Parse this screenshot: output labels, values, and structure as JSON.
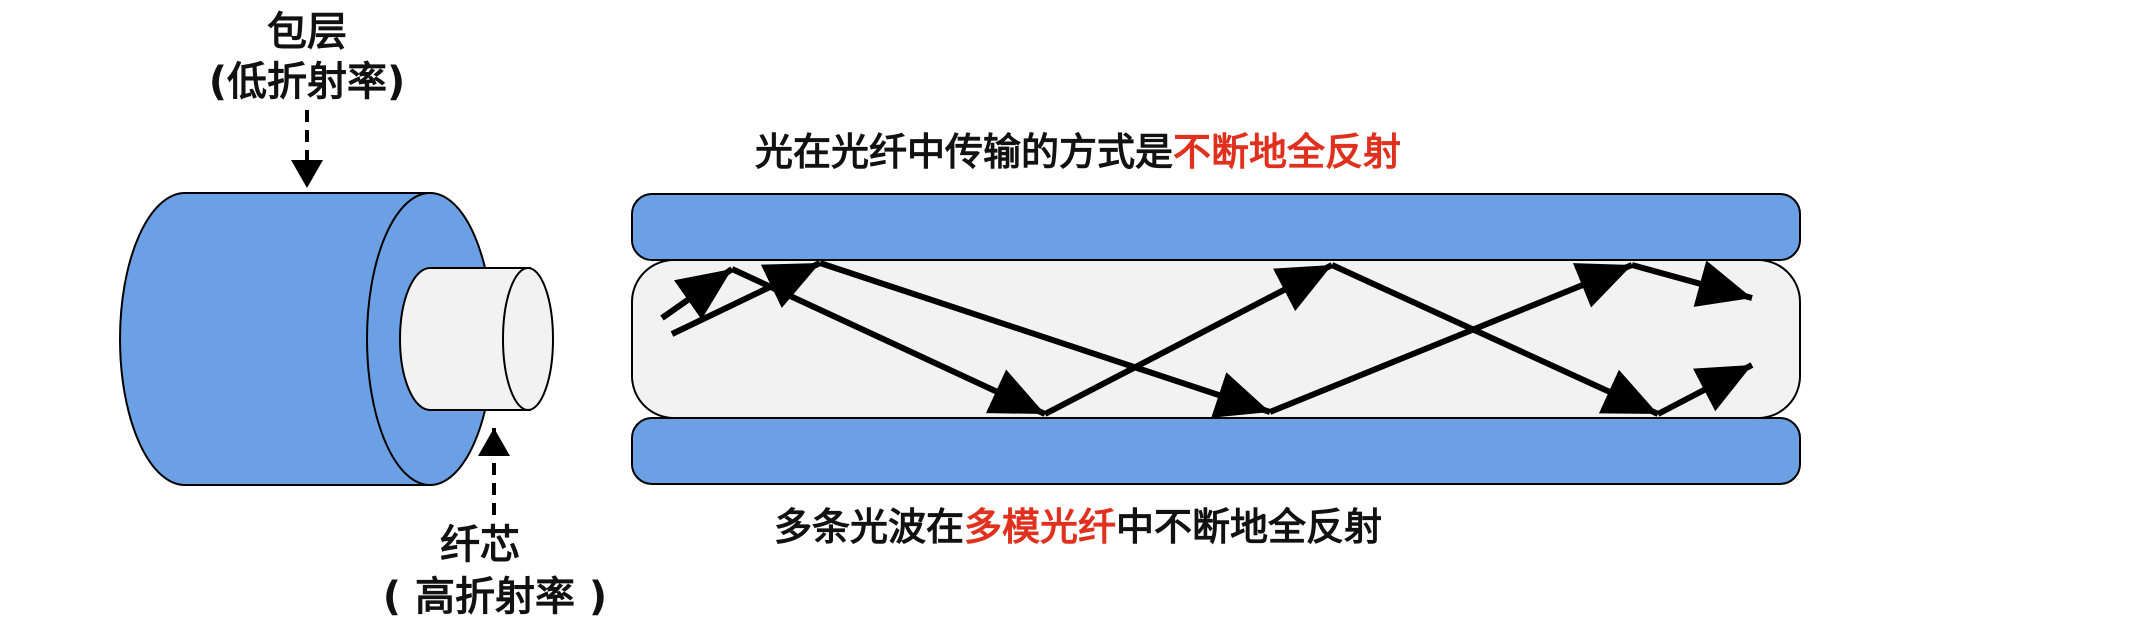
{
  "cladding_label": {
    "name": "包层",
    "note": "(低折射率)"
  },
  "core_label": {
    "name": "纤芯",
    "note": "( 高折射率 )"
  },
  "top_caption": {
    "prefix": "光在光纤中传输的方式是",
    "highlight": "不断地全反射"
  },
  "bottom_caption": {
    "prefix": "多条光波在",
    "highlight": "多模光纤",
    "suffix": "中不断地全反射"
  },
  "colors": {
    "cladding": "#6ca0e4",
    "core": "#f2f2f2",
    "highlight": "#e0301e",
    "text": "#111111"
  }
}
